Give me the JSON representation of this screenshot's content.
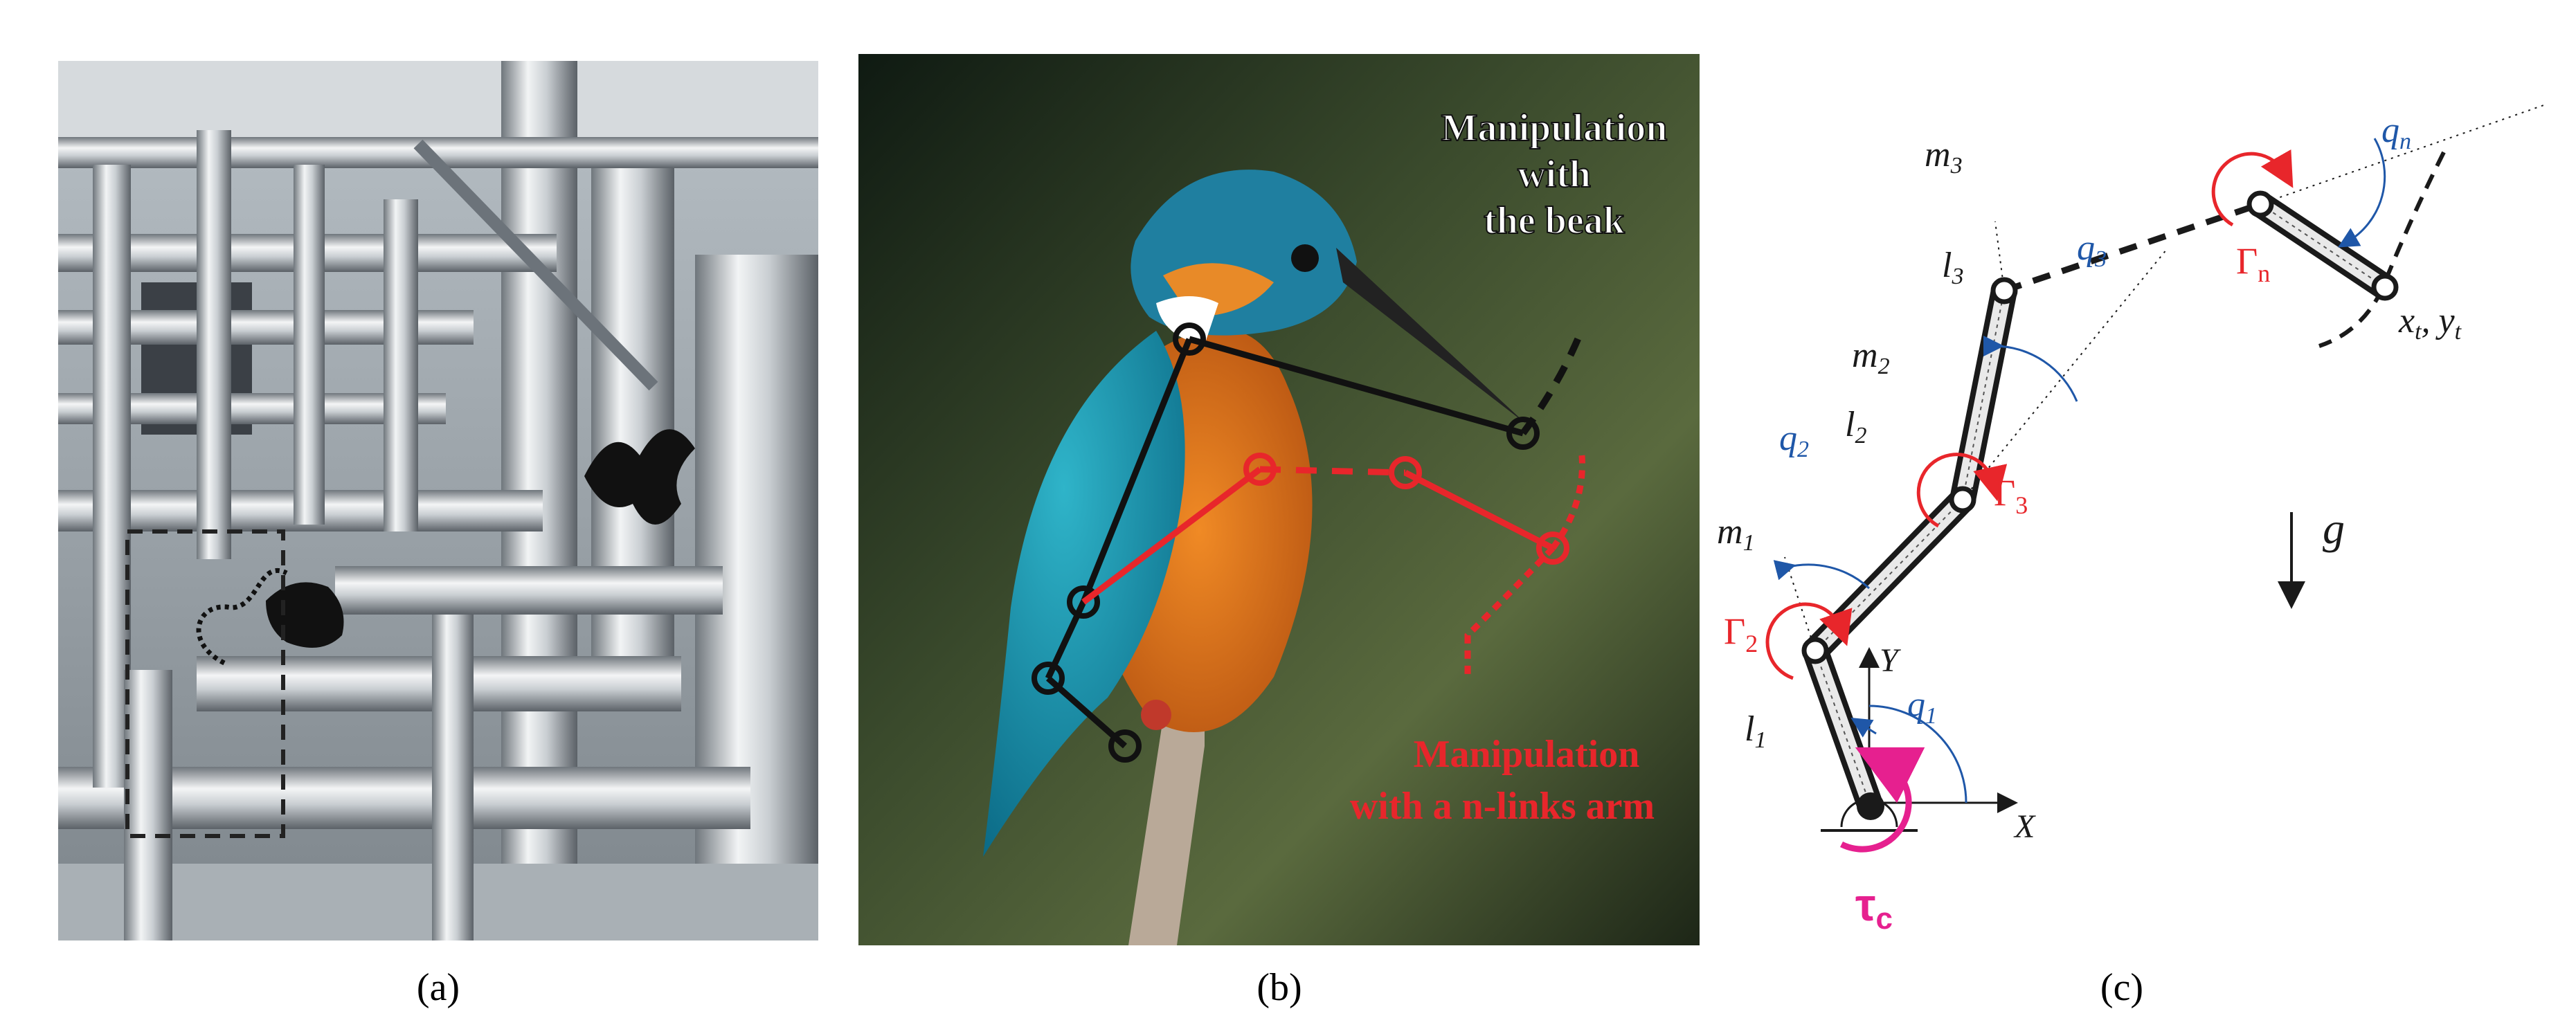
{
  "panel_a": {
    "caption": "(a)"
  },
  "panel_b": {
    "caption": "(b)",
    "beak_label": [
      "Manipulation",
      "with",
      "the beak"
    ],
    "arm_label": [
      "Manipulation",
      "with a n-links arm"
    ]
  },
  "panel_c": {
    "caption": "(c)",
    "masses": {
      "m1": "m",
      "m1_sub": "1",
      "m2": "m",
      "m2_sub": "2",
      "m3": "m",
      "m3_sub": "3"
    },
    "links": {
      "l1": "l",
      "l1_sub": "1",
      "l2": "l",
      "l2_sub": "2",
      "l3": "l",
      "l3_sub": "3"
    },
    "angles": {
      "q1": "q",
      "q1_sub": "1",
      "q2": "q",
      "q2_sub": "2",
      "q3": "q",
      "q3_sub": "3",
      "qn": "q",
      "qn_sub": "n"
    },
    "torques": {
      "g2": "Γ",
      "g2_sub": "2",
      "g3": "Γ",
      "g3_sub": "3",
      "gn": "Γ",
      "gn_sub": "n"
    },
    "tau": "τ",
    "tau_sub": "c",
    "gravity": "g",
    "axis_x": "X",
    "axis_y": "Y",
    "tip_x": "x",
    "tip_x_sub": "t",
    "tip_comma": ",",
    "tip_y": "y",
    "tip_y_sub": "t"
  },
  "colors": {
    "black": "#1a1a1a",
    "red": "#e8262b",
    "blue": "#1f57a8",
    "magenta": "#e6208f"
  }
}
